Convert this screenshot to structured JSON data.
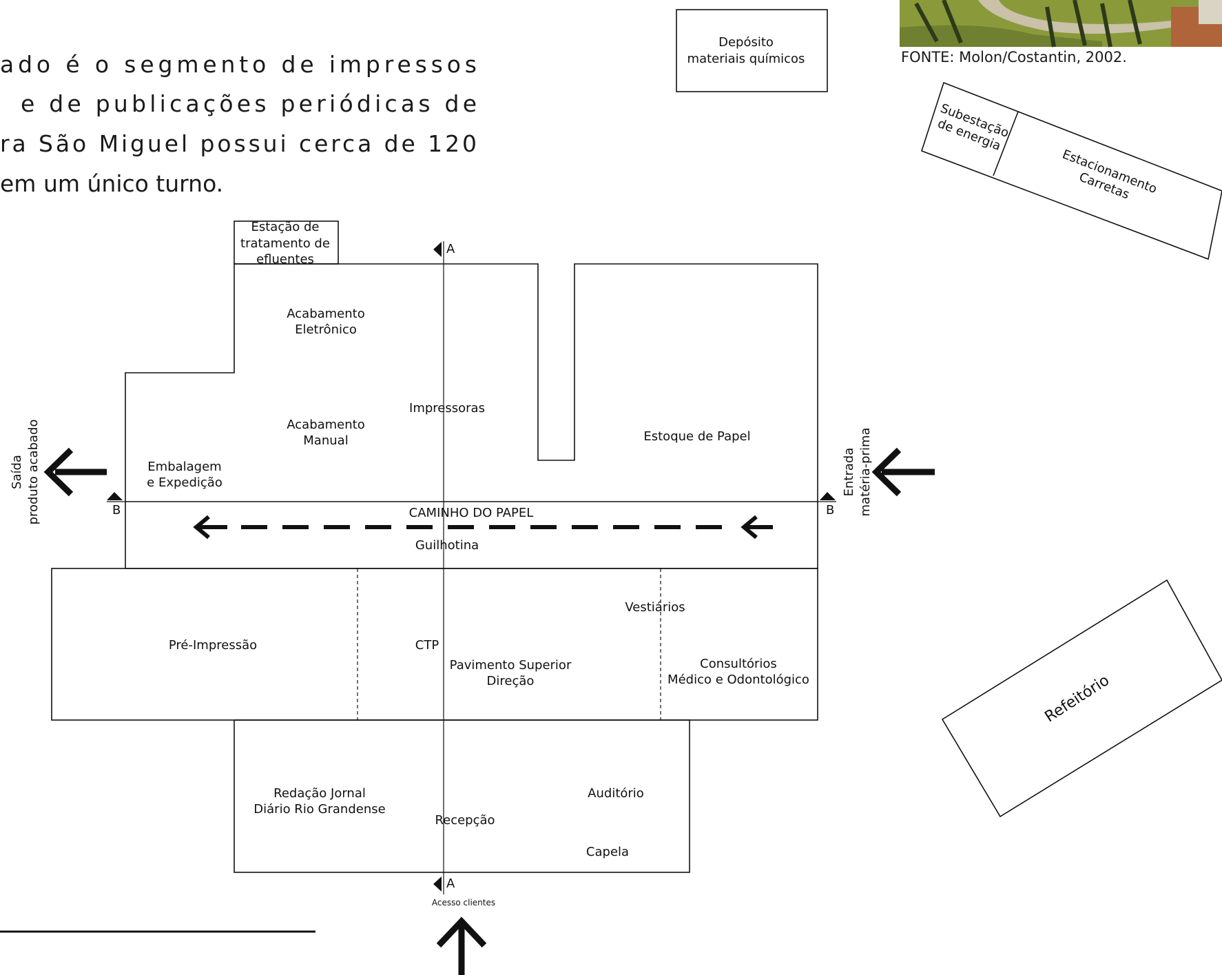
{
  "paragraph": {
    "line1": "ado é o segmento de impressos",
    "line2": "e de publicações periódicas de",
    "line3": "ra São Miguel possui cerca de 120",
    "line4": "em um único turno."
  },
  "photo": {
    "caption": "FONTE: Molon/Costantin, 2002."
  },
  "outbuildings": {
    "deposito": [
      "Depósito",
      "materiais químicos"
    ],
    "subestacao": [
      "Subestação",
      "de energia"
    ],
    "estacionamento": [
      "Estacionamento",
      "Carretas"
    ],
    "refeitorio": "Refeitório",
    "estacao": [
      "Estação de",
      "tratamento de",
      "efluentes"
    ]
  },
  "rooms": {
    "acabamento_eletronico": [
      "Acabamento",
      "Eletrônico"
    ],
    "acabamento_manual": [
      "Acabamento",
      "Manual"
    ],
    "impressoras": "Impressoras",
    "estoque": "Estoque de Papel",
    "embalagem": [
      "Embalagem",
      "e Expedição"
    ],
    "caminho": "CAMINHO DO PAPEL",
    "guilhotina": "Guilhotina",
    "pre_impressao": "Pré-Impressão",
    "ctp": "CTP",
    "pavimento": [
      "Pavimento Superior",
      "Direção"
    ],
    "vestiarios": "Vestiários",
    "consultorios": [
      "Consultórios",
      "Médico e Odontológico"
    ],
    "redacao": [
      "Redação Jornal",
      "Diário Rio Grandense"
    ],
    "recepcao": "Recepção",
    "auditorio": "Auditório",
    "capela": "Capela"
  },
  "access": {
    "saida": [
      "Saída",
      "produto acabado"
    ],
    "entrada": [
      "Entrada",
      "matéria-prima"
    ],
    "clientes": "Acesso clientes"
  },
  "section_marks": {
    "a": "A",
    "b": "B"
  },
  "colors": {
    "line": "#111111",
    "photo_grass": "#8a9a3a",
    "photo_path": "#c9c1a8"
  }
}
